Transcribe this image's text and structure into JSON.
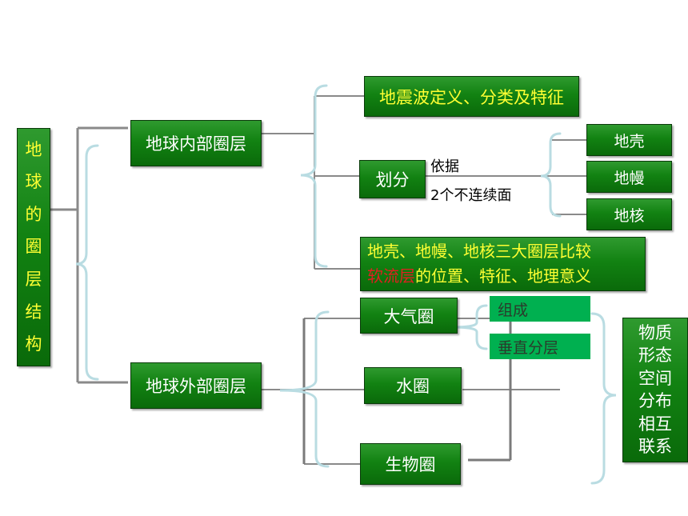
{
  "root": {
    "chars": [
      "地",
      "球",
      "的",
      "圈",
      "层",
      "结",
      "构"
    ]
  },
  "inner": {
    "title": "地球内部圈层",
    "seismic": "地震波定义、分类及特征",
    "divide": "划分",
    "basis_line1": "依据",
    "basis_line2": "2个不连续面",
    "layers": [
      "地壳",
      "地幔",
      "地核"
    ],
    "compare_line1": "地壳、地幔、地核三大圈层比较",
    "compare_line2_red": "软流层",
    "compare_line2_rest": "的位置、特征、地理意义"
  },
  "outer": {
    "title": "地球外部圈层",
    "atmosphere": "大气圈",
    "composition": "组成",
    "vertical": "垂直分层",
    "hydrosphere": "水圈",
    "biosphere": "生物圈"
  },
  "aspects": [
    "物质",
    "形态",
    "空间",
    "分布",
    "相互",
    "联系"
  ]
}
